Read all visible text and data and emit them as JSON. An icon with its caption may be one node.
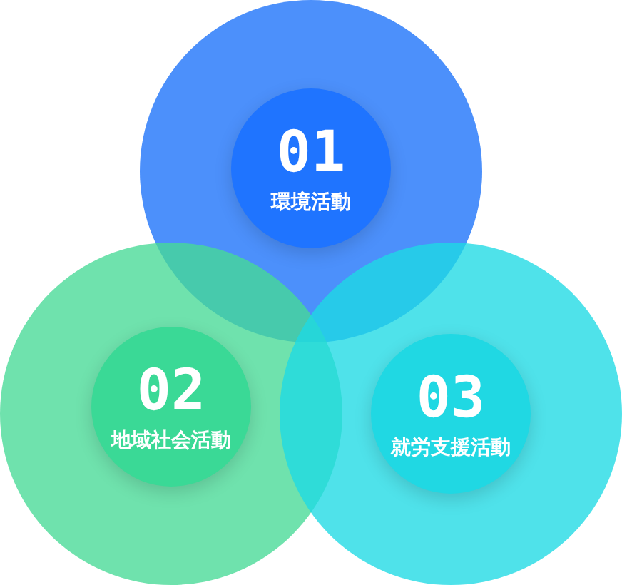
{
  "diagram": {
    "nodes": [
      {
        "text": [],
        "shape": "circle"
      },
      {
        "text": [
          "01",
          "環境活動"
        ],
        "in": 0
      },
      {
        "text": [],
        "shape": "circle"
      },
      {
        "text": [
          "02",
          "地域社会活動"
        ],
        "in": 2
      },
      {
        "text": [],
        "shape": "circle"
      },
      {
        "text": [
          "03",
          "就労支援活動"
        ],
        "in": 4
      }
    ]
  }
}
